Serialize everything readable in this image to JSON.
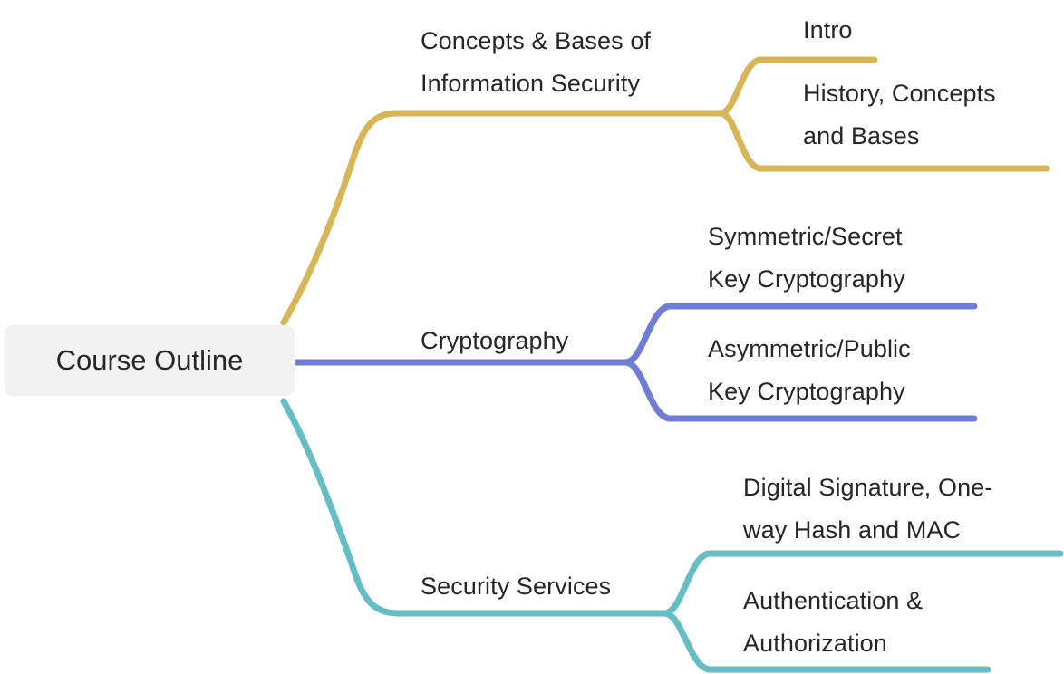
{
  "diagram": {
    "type": "mind-map",
    "title": "Course Outline",
    "background_color": "#ffffff",
    "text_color": "#262626",
    "root": {
      "label": "Course Outline",
      "background_color": "#f2f2f2"
    },
    "branches": [
      {
        "label": "Concepts & Bases of\nInformation Security",
        "color": "#d8b556",
        "children": [
          {
            "label": "Intro"
          },
          {
            "label": "History, Concepts\nand Bases"
          }
        ]
      },
      {
        "label": "Cryptography",
        "color": "#6e7ed6",
        "children": [
          {
            "label": "Symmetric/Secret\nKey Cryptography"
          },
          {
            "label": "Asymmetric/Public\nKey Cryptography"
          }
        ]
      },
      {
        "label": "Security Services",
        "color": "#65bec4",
        "children": [
          {
            "label": "Digital Signature, One-\nway Hash and MAC"
          },
          {
            "label": "Authentication &\nAuthorization"
          }
        ]
      }
    ]
  }
}
